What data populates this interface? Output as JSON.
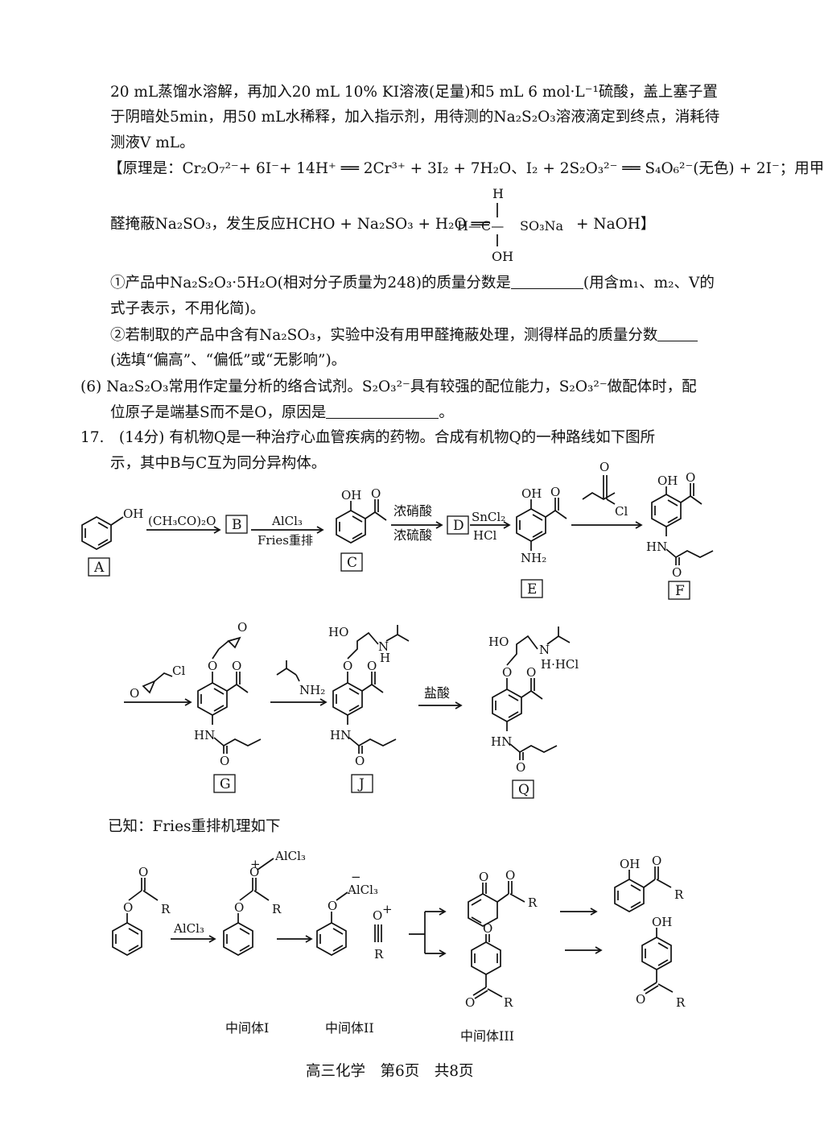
{
  "text_lines": [
    "20 mL蒸馏水溶解，再加入20 mL 10% KI溶液(足量)和5 mL 6 mol·L⁻¹硫酸，盖上塞子置",
    "于阴暗处5min，用50 mL水稀释，加入指示剂，用待测的Na₂S₂O₃溶液滴定到终点，消耗待",
    "测液V mL。",
    "【原理是：Cr₂O₇²⁻+ 6I⁻+ 14H⁺ ══ 2Cr³⁺ + 3I₂ + 7H₂O、I₂ + 2S₂O₃²⁻ ══ S₄O₆²⁻(无色) + 2I⁻；用甲",
    "醛掩蔽Na₂SO₃，发生反应HCHO + Na₂SO₃ + H₂O ══ ",
    "+ NaOH】",
    "①产品中Na₂S₂O₃·5H₂O(相对分子质量为248)的质量分数是",
    "(用含m₁、m₂、V的",
    "式子表示，不用化简)。",
    "②若制取的产品中含有Na₂SO₃，实验中没有用甲醛掩蔽处理，测得样品的质量分数",
    "(选填“偏高”、“偏低”或“无影响”)。",
    "(6) Na₂S₂O₃常用作定量分析的络合试剂。S₂O₃²⁻具有较强的配位能力，S₂O₃²⁻做配体时，配",
    "位原子是端基S而不是O，原因是",
    "。",
    "17.　(14分) 有机物Q是一种治疗心血管疾病的药物。合成有机物Q的一种路线如下图所",
    "示，其中B与C互为同分异构体。",
    "已知：Fries重排机理如下"
  ],
  "reaction_product": {
    "top": "H",
    "left": "H—C—",
    "right": "SO₃Na",
    "bottom": "OH"
  },
  "scheme": {
    "labels": [
      "A",
      "B",
      "C",
      "D",
      "E",
      "F",
      "G",
      "J",
      "Q"
    ],
    "reagents": {
      "a_b": "(CH₃CO)₂O",
      "b_c_top": "AlCl₃",
      "b_c_bottom": "Fries重排",
      "c_d_top": "浓硝酸",
      "c_d_bottom": "浓硫酸",
      "d_e_top": "SnCl₂",
      "d_e_bottom": "HCl",
      "g_j": "NH₂",
      "j_q": "盐酸"
    },
    "atoms": {
      "OH": "OH",
      "O": "O",
      "Cl": "Cl",
      "NH2": "NH₂",
      "HN": "HN",
      "HO": "HO",
      "N": "N",
      "H": "H",
      "HHCl": "H·HCl"
    }
  },
  "mechanism": {
    "reagent": "AlCl₃",
    "alcl3": "AlCl₃",
    "plus": "+",
    "minus": "−",
    "R": "R",
    "intermediates": [
      "中间体I",
      "中间体II",
      "中间体III"
    ]
  },
  "footer": "高三化学　第6页　共8页"
}
